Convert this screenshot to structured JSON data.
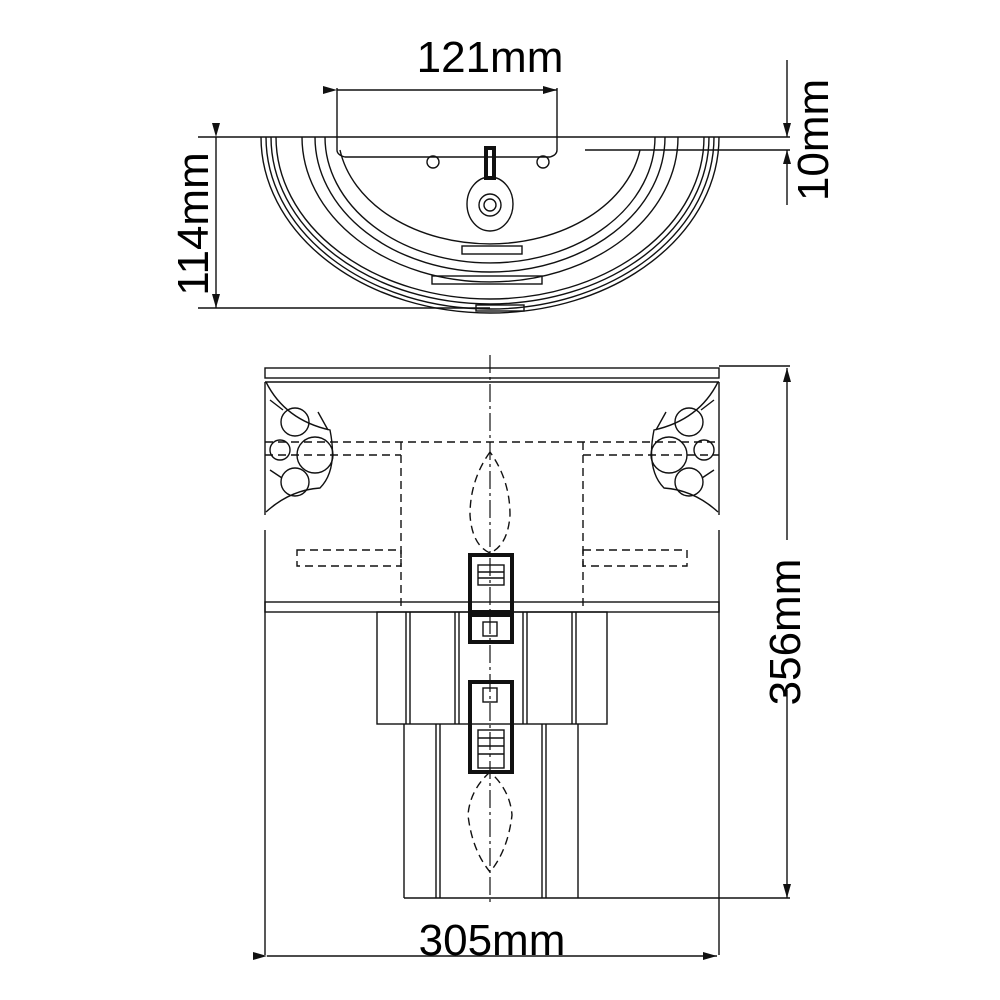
{
  "drawing": {
    "title": "Wall light technical dimension drawing",
    "views": [
      {
        "name": "top-view",
        "description": "Plan view of semicircular shade with backplate"
      },
      {
        "name": "front-view",
        "description": "Elevation view with two candle lamps"
      }
    ]
  },
  "dimensions": {
    "backplate_width": {
      "label": "121mm",
      "value": 121,
      "unit": "mm",
      "orientation": "horizontal"
    },
    "backplate_depth": {
      "label": "10mm",
      "value": 10,
      "unit": "mm",
      "orientation": "vertical"
    },
    "projection": {
      "label": "114mm",
      "value": 114,
      "unit": "mm",
      "orientation": "vertical"
    },
    "height": {
      "label": "356mm",
      "value": 356,
      "unit": "mm",
      "orientation": "vertical"
    },
    "width": {
      "label": "305mm",
      "value": 305,
      "unit": "mm",
      "orientation": "horizontal"
    }
  },
  "colors": {
    "line": "#111111",
    "background": "#ffffff"
  }
}
